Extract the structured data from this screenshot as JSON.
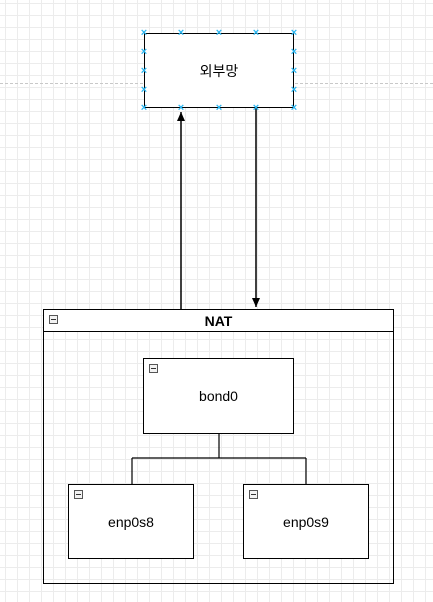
{
  "diagram": {
    "external_network": {
      "label": "외부망"
    },
    "nat_container": {
      "title": "NAT"
    },
    "bond_node": {
      "label": "bond0"
    },
    "child_nodes": [
      {
        "label": "enp0s8"
      },
      {
        "label": "enp0s9"
      }
    ],
    "colors": {
      "selection_handle": "#29b6f2",
      "line": "#000000",
      "grid": "#ececec"
    }
  }
}
